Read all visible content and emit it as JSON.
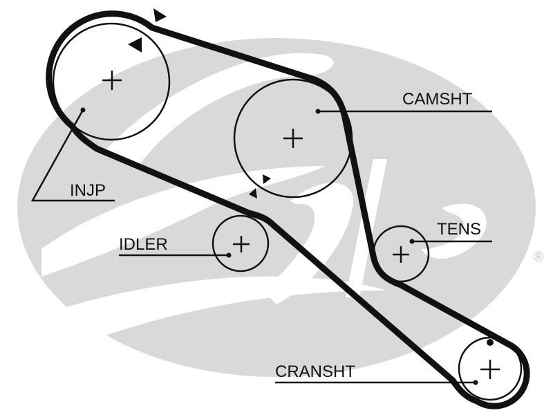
{
  "diagram": {
    "title": "Timing belt routing diagram",
    "colors": {
      "belt": "#111111",
      "pulley": "#111111",
      "watermark": "#d9d9d9",
      "background": "#ffffff",
      "registered_mark": "#c8c8c8"
    },
    "watermark_brand": "Gates",
    "registered_mark": "®",
    "components": [
      {
        "id": "injp",
        "label": "INJP",
        "description": "Injection pump pulley"
      },
      {
        "id": "camsht",
        "label": "CAMSHT",
        "description": "Camshaft pulley"
      },
      {
        "id": "idler",
        "label": "IDLER",
        "description": "Idler pulley"
      },
      {
        "id": "tens",
        "label": "TENS",
        "description": "Tensioner pulley"
      },
      {
        "id": "cransht",
        "label": "CRANSHT",
        "description": "Crankshaft pulley"
      }
    ],
    "timing_marks": [
      {
        "on": "injp",
        "symbol": "triangle-pair"
      },
      {
        "on": "camsht",
        "symbol": "triangle-pair"
      },
      {
        "on": "cransht",
        "symbol": "dot"
      }
    ]
  }
}
